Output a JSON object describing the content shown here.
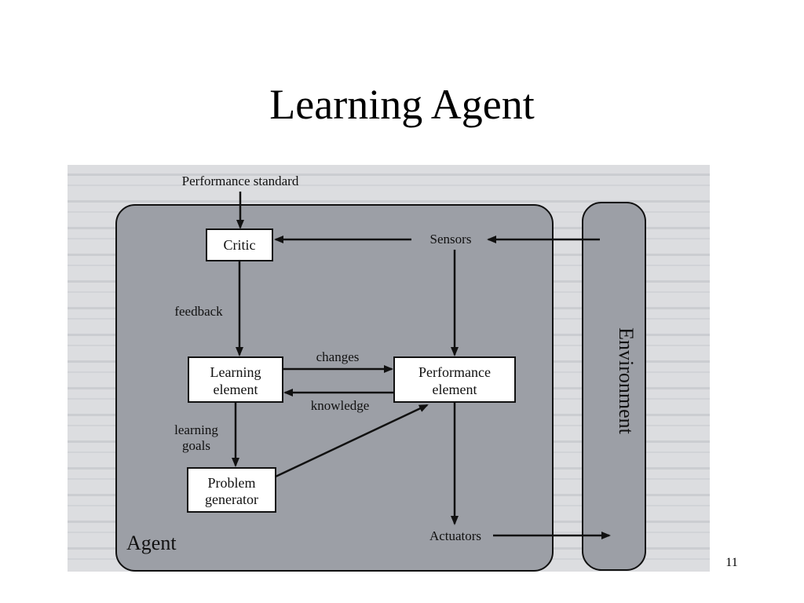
{
  "slide": {
    "title": "Learning Agent",
    "page_number": "11"
  },
  "diagram": {
    "performance_standard": "Performance standard",
    "critic": "Critic",
    "sensors": "Sensors",
    "feedback": "feedback",
    "learning_element_line1": "Learning",
    "learning_element_line2": "element",
    "changes": "changes",
    "knowledge": "knowledge",
    "performance_element_line1": "Performance",
    "performance_element_line2": "element",
    "learning_goals_line1": "learning",
    "learning_goals_line2": "goals",
    "problem_generator_line1": "Problem",
    "problem_generator_line2": "generator",
    "actuators": "Actuators",
    "agent": "Agent",
    "environment": "Environment"
  },
  "colors": {
    "page_background": "#ffffff",
    "photo_background": "#dcdde0",
    "agent_panel": "#9c9fa6",
    "box_fill": "#ffffff",
    "line": "#111111"
  }
}
